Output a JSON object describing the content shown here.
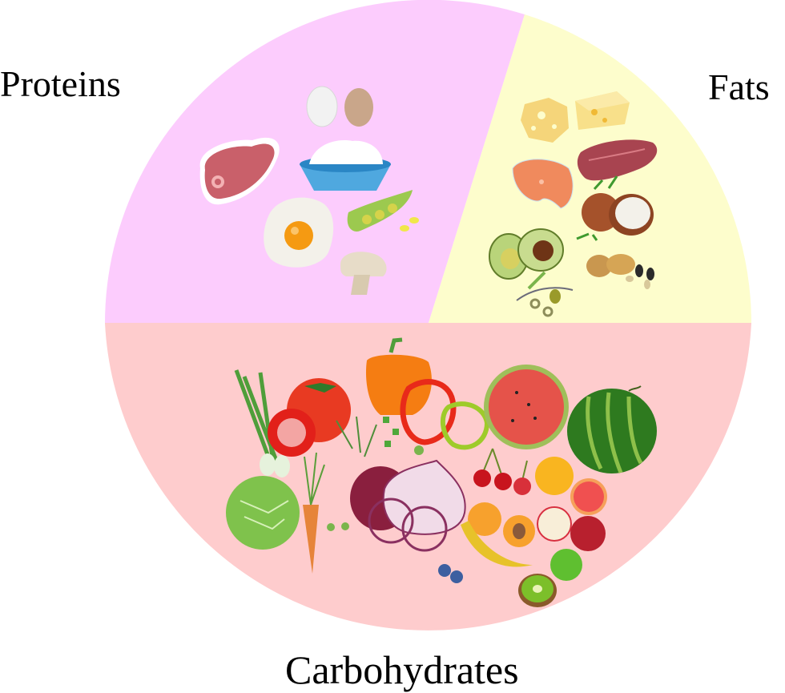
{
  "diagram": {
    "type": "food-plate-pie",
    "sections": [
      {
        "id": "proteins",
        "label": "Proteins",
        "color": "#fcccfd",
        "items": [
          "white egg",
          "brown egg",
          "steak",
          "cottage cheese bowl",
          "fried egg",
          "soybeans / edamame",
          "mushroom"
        ]
      },
      {
        "id": "fats",
        "label": "Fats",
        "color": "#fdfdcc",
        "items": [
          "swiss cheese",
          "cheese wedge",
          "red meat",
          "salmon steak",
          "coconut",
          "avocado",
          "olives",
          "walnut",
          "sunflower seeds"
        ]
      },
      {
        "id": "carbohydrates",
        "label": "Carbohydrates",
        "color": "#fecccd",
        "items": [
          "green onion",
          "tomato",
          "sliced tomato",
          "orange bell pepper",
          "red pepper ring",
          "green pepper ring",
          "herbs",
          "cabbage",
          "carrot",
          "peas",
          "red onion",
          "onion rings",
          "watermelon slice",
          "watermelon",
          "cherries",
          "orange",
          "grapefruit",
          "apricot",
          "apple slice",
          "red apple",
          "green apple",
          "banana",
          "blueberries",
          "kiwi"
        ]
      }
    ]
  }
}
